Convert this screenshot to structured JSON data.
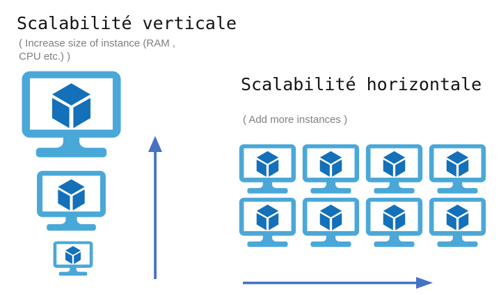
{
  "colors": {
    "monitor_frame": "#4AA8D8",
    "vm_cube": "#1370B9",
    "arrow": "#4472C4",
    "title_text": "#141414",
    "subtitle_text": "#7F7F7F",
    "background": "#FFFFFF"
  },
  "vertical": {
    "title": "Scalabilité verticale",
    "subtitle_lines": [
      "( Increase size of instance (RAM ,",
      "CPU etc.) )"
    ],
    "monitor_sizes": [
      "large",
      "medium",
      "small"
    ],
    "monitor_count": 3,
    "arrow_direction": "up"
  },
  "horizontal": {
    "title": "Scalabilité horizontale",
    "subtitle": "( Add more instances )",
    "grid": {
      "rows": 2,
      "cols": 4
    },
    "monitor_count": 8,
    "arrow_direction": "right"
  },
  "icons": {
    "monitor": "monitor-vm-cube-icon",
    "cube": "azure-vm-cube-icon",
    "up_arrow": "up-arrow-icon",
    "right_arrow": "right-arrow-icon"
  }
}
